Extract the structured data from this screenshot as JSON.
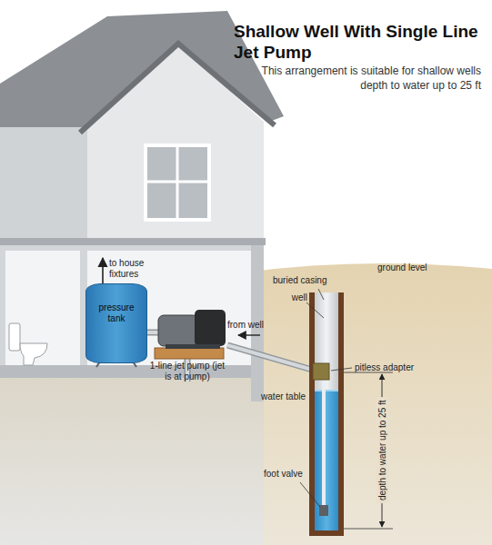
{
  "diagram": {
    "title": "Shallow Well With Single Line Jet Pump",
    "caption": "This arrangement is suitable for shallow wells depth to water up to 25 ft",
    "nodes": [
      {
        "text": [
          "pressure tank"
        ]
      },
      {
        "text": [
          "1-line jet pump (jet is at pump)"
        ]
      }
    ],
    "edges": [
      {
        "from": 1,
        "to": 0,
        "arrow": "none"
      }
    ],
    "labels": [
      "to house fixtures",
      "from well",
      "ground level",
      "buried casing",
      "well",
      "pitless adapter",
      "water table",
      "foot valve",
      "depth to water up to 25 ft"
    ]
  }
}
